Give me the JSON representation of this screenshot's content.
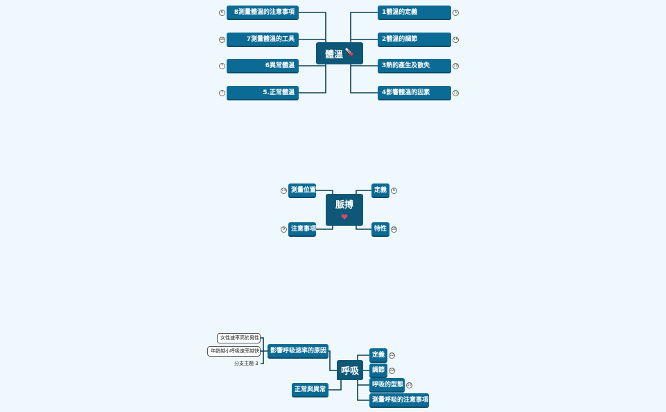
{
  "maps": [
    {
      "central": "體溫",
      "central_icon": "thermometer-icon",
      "right": [
        "1體溫的定義",
        "2體溫的調節",
        "3熱的產生及散失",
        "4影響體溫的因素"
      ],
      "left": [
        "8測量體溫的注意事項",
        "7測量體溫的工具",
        "6異常體溫",
        "5.正常體溫"
      ],
      "right_counts": [
        "4",
        "25",
        "10",
        "12"
      ],
      "left_counts": [
        "6",
        "16",
        "7",
        "7"
      ]
    },
    {
      "central": "脈搏",
      "central_icon": "heart-icon",
      "right": [
        "定義",
        "特性"
      ],
      "left": [
        "測量位置",
        "注意事項"
      ],
      "right_counts": [
        "6",
        "15"
      ],
      "left_counts": [
        "13",
        "9"
      ]
    },
    {
      "central": "呼吸",
      "right": [
        "定義",
        "調節",
        "呼吸的型態",
        "測量呼吸的注意事項"
      ],
      "left": [
        "影響呼吸速率的原因",
        "正常與異常"
      ],
      "right_counts": [
        "12",
        "12",
        "10",
        ""
      ],
      "subtopics": [
        "女性速率高於男性",
        "年齡越小呼吸速率越快",
        "分支主題 3"
      ]
    }
  ],
  "colors": {
    "central": "#0e5777",
    "topic": "#0b6b94",
    "line": "#0d3d52",
    "background": "#eef8fd"
  }
}
